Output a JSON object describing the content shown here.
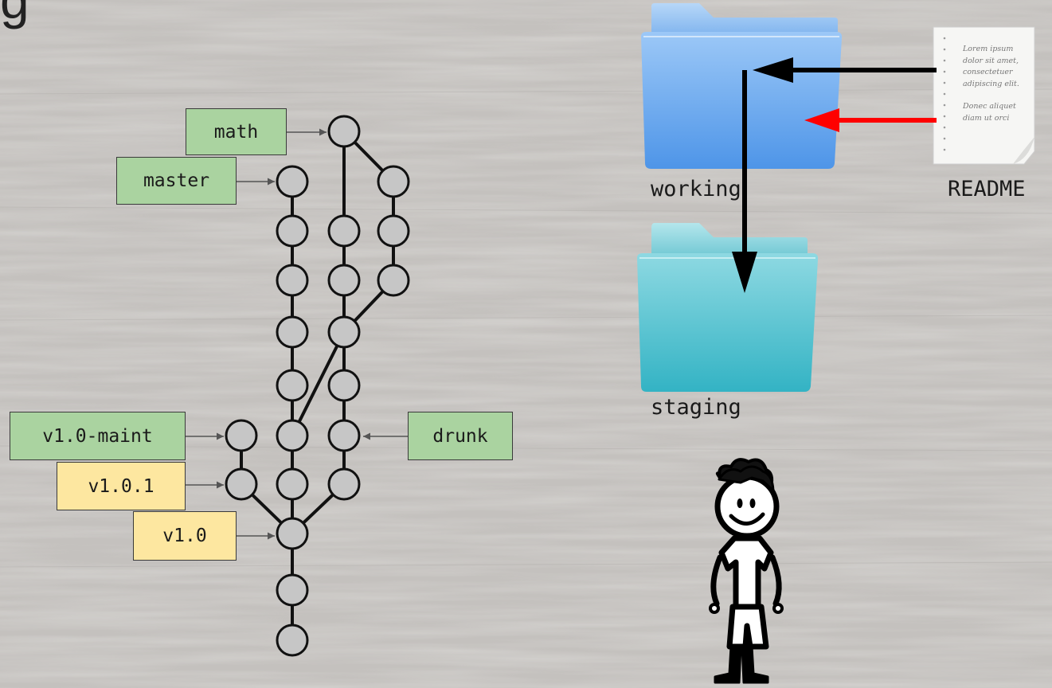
{
  "heading_fragment": "g",
  "commit_graph": {
    "branches": {
      "math": "math",
      "master": "master",
      "v1_0_maint": "v1.0-maint",
      "drunk": "drunk"
    },
    "tags": {
      "v1_0_1": "v1.0.1",
      "v1_0": "v1.0"
    }
  },
  "folders": {
    "working": "working",
    "staging": "staging"
  },
  "readme": {
    "label": "README",
    "lines": [
      "Lorem ipsum",
      "dolor sit amet,",
      "consectetuer",
      "adipiscing elit.",
      "Donec aliquet",
      "diam ut orci"
    ]
  },
  "colors": {
    "branch_label": "#aad3a0",
    "tag_label": "#fde7a0",
    "node": "#c6c6c6",
    "arrow_main": "#000000",
    "arrow_alt": "#ff0000"
  },
  "icons": [
    "folder-icon",
    "document-icon",
    "stick-figure-icon"
  ]
}
